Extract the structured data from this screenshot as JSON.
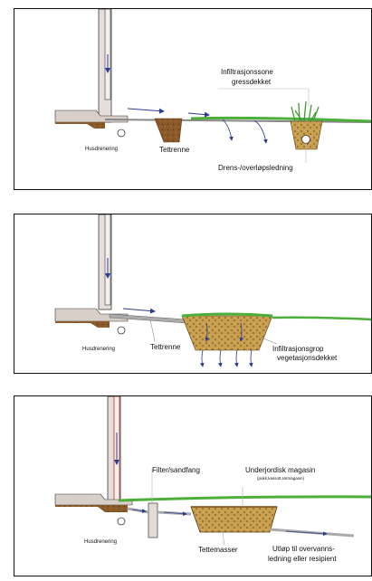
{
  "panel1": {
    "infiltration_zone_line1": "Infiltrasjonssone",
    "infiltration_zone_line2": "gressdekket",
    "house_drainage": "Husdrenering",
    "sealed_channel": "Tettrenne",
    "drain_overflow_pipe": "Drens-/overløpsledning"
  },
  "panel2": {
    "house_drainage": "Husdrenering",
    "sealed_channel": "Tettrenne",
    "infiltration_pit_line1": "Infiltrasjonsgrop",
    "infiltration_pit_line2": "vegetasjonsdekket"
  },
  "panel3": {
    "filter": "Filter/sandfang",
    "underground_storage": "Underjordisk magasin",
    "storage_types": "(pukk,kassott,rørmagasin)",
    "house_drainage": "Husdrenering",
    "sealing_masses": "Tettemasser",
    "outlet_line1": "Utløp til overvanns-",
    "outlet_line2": "ledning eller resipient"
  },
  "colors": {
    "soil": "#8b5a2b",
    "grass": "#4caf3a",
    "gravel": "#c9a050",
    "concrete": "#d9cfc9",
    "outline": "#3a3a3a",
    "water_arrow": "#2b3b8f"
  }
}
